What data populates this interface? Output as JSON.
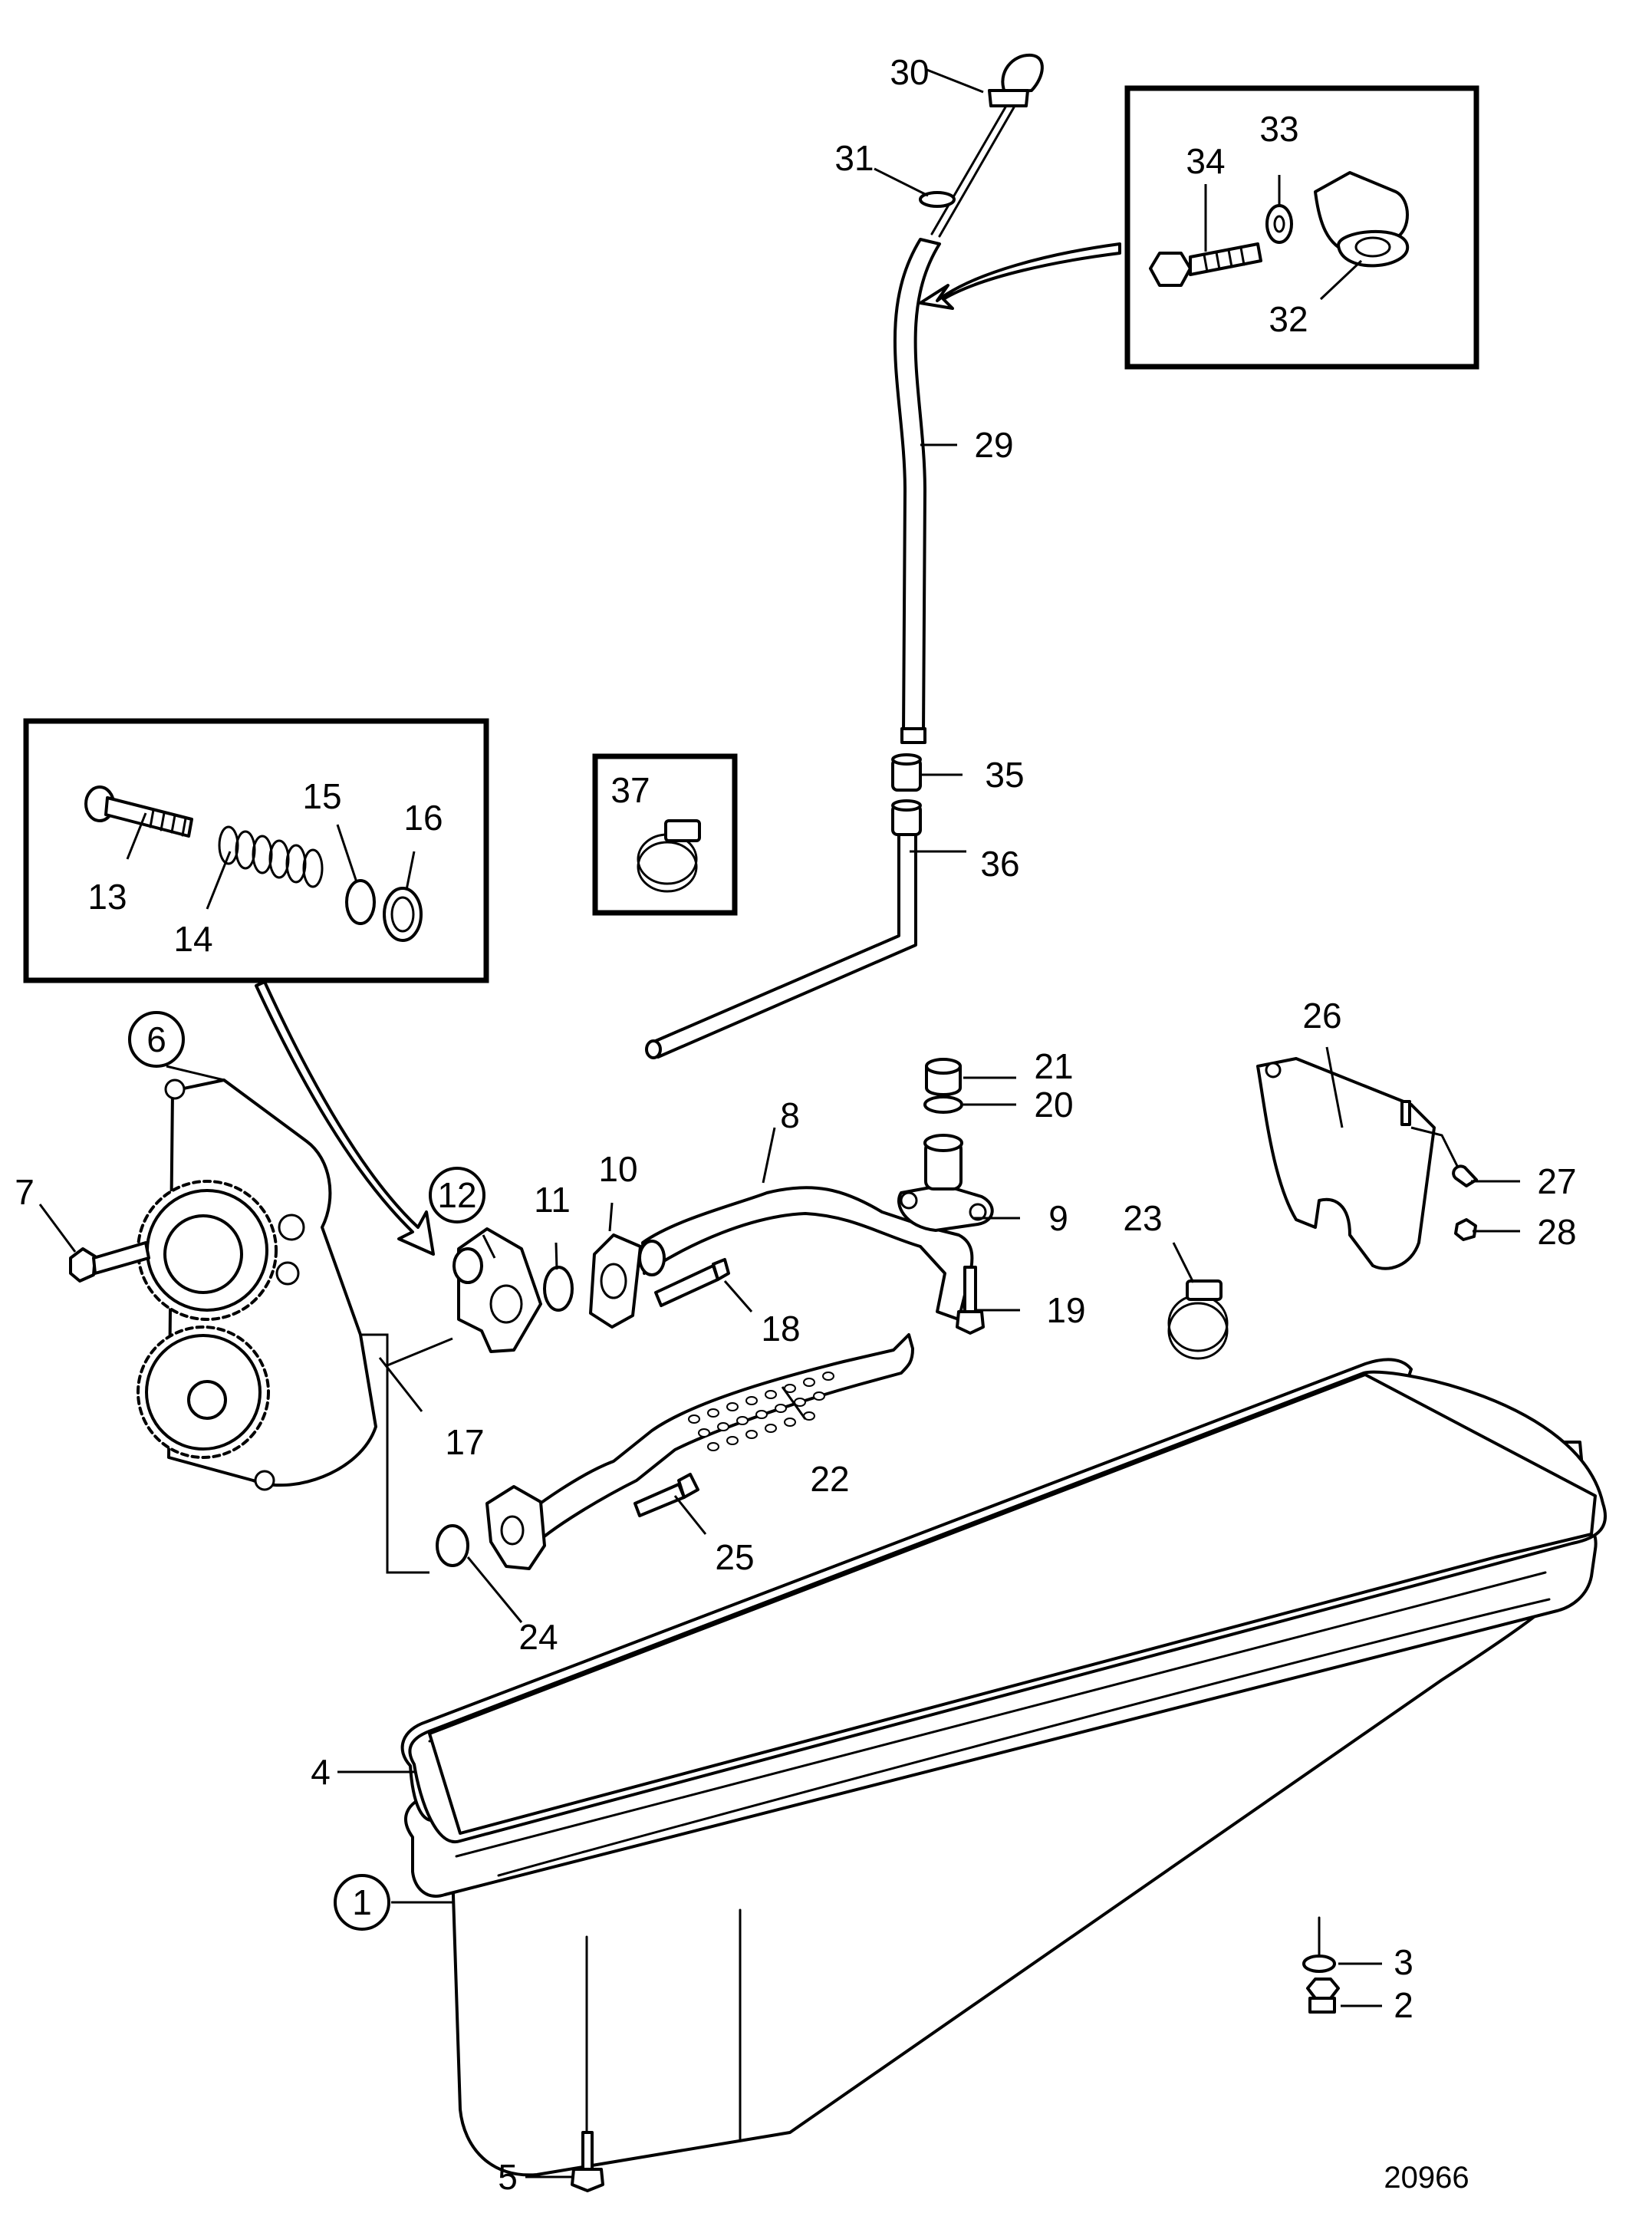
{
  "diagram": {
    "reference_number": "20966",
    "callouts": {
      "c1": "1",
      "c2": "2",
      "c3": "3",
      "c4": "4",
      "c5": "5",
      "c6": "6",
      "c7": "7",
      "c8": "8",
      "c9": "9",
      "c10": "10",
      "c11": "11",
      "c12": "12",
      "c13": "13",
      "c14": "14",
      "c15": "15",
      "c16": "16",
      "c17": "17",
      "c18": "18",
      "c19": "19",
      "c20": "20",
      "c21": "21",
      "c22": "22",
      "c23": "23",
      "c24": "24",
      "c25": "25",
      "c26": "26",
      "c27": "27",
      "c28": "28",
      "c29": "29",
      "c30": "30",
      "c31": "31",
      "c32": "32",
      "c33": "33",
      "c34": "34",
      "c35": "35",
      "c36": "36",
      "c37": "37"
    },
    "circled_callouts": [
      "1",
      "6",
      "12"
    ],
    "colors": {
      "line": "#000000",
      "background": "#ffffff"
    }
  }
}
